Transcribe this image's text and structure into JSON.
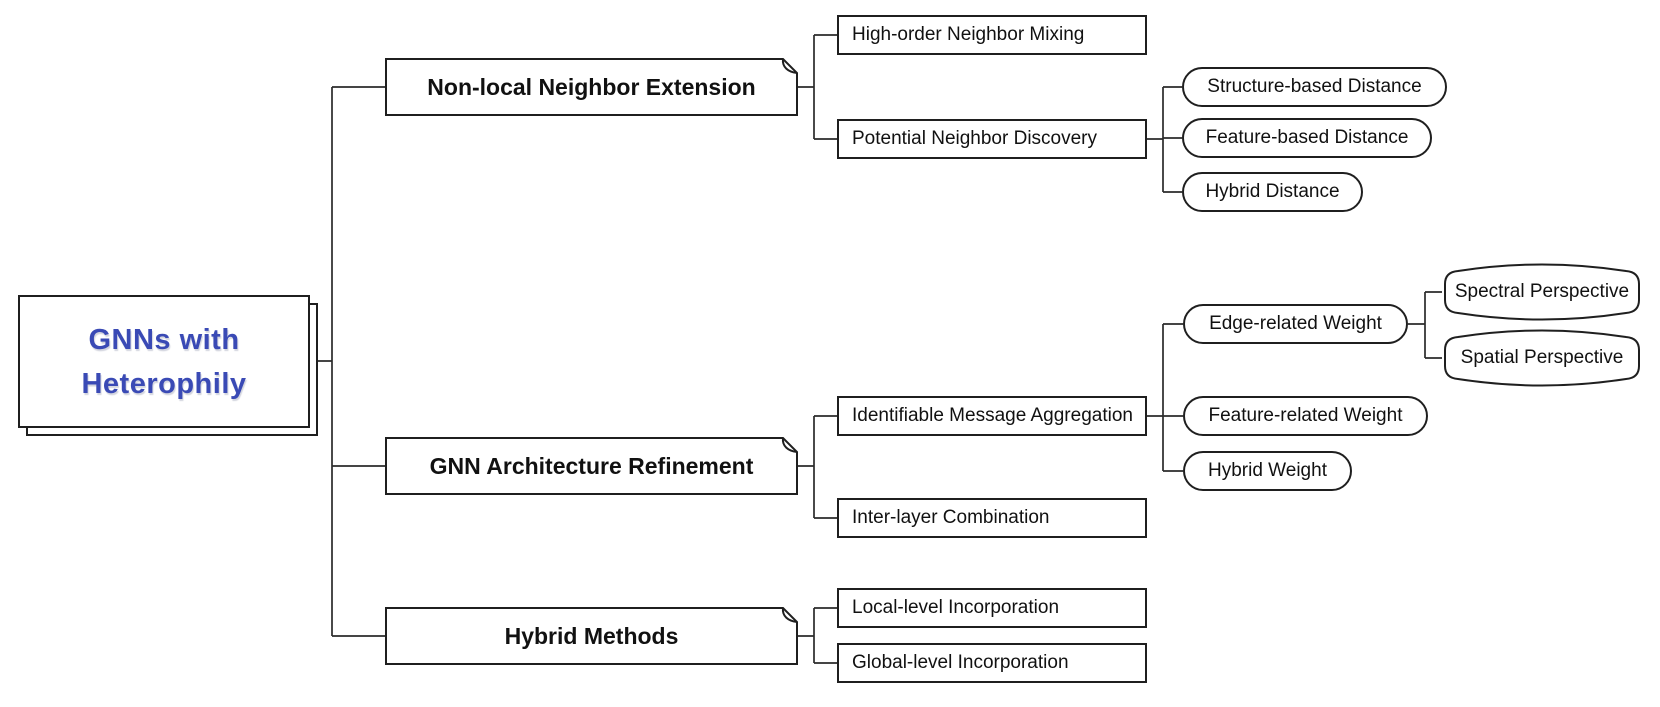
{
  "diagram": {
    "title": "GNNs with Heterophily taxonomy",
    "root": {
      "line1": "GNNs with",
      "line2": "Heterophily",
      "text_color": "#3a4ab5"
    },
    "line_color": "#2b2b2b",
    "border_color": "#1f1f1f",
    "branches": [
      {
        "label": "Non-local Neighbor Extension",
        "children": [
          {
            "label": "High-order Neighbor Mixing",
            "children": []
          },
          {
            "label": "Potential Neighbor Discovery",
            "children": [
              {
                "label": "Structure-based Distance"
              },
              {
                "label": "Feature-based Distance"
              },
              {
                "label": "Hybrid Distance"
              }
            ]
          }
        ]
      },
      {
        "label": "GNN Architecture Refinement",
        "children": [
          {
            "label": "Identifiable Message Aggregation",
            "children": [
              {
                "label": "Edge-related Weight",
                "children": [
                  {
                    "label": "Spectral Perspective"
                  },
                  {
                    "label": "Spatial Perspective"
                  }
                ]
              },
              {
                "label": "Feature-related Weight"
              },
              {
                "label": "Hybrid Weight"
              }
            ]
          },
          {
            "label": "Inter-layer Combination",
            "children": []
          }
        ]
      },
      {
        "label": "Hybrid Methods",
        "children": [
          {
            "label": "Local-level Incorporation"
          },
          {
            "label": "Global-level Incorporation"
          }
        ]
      }
    ]
  }
}
